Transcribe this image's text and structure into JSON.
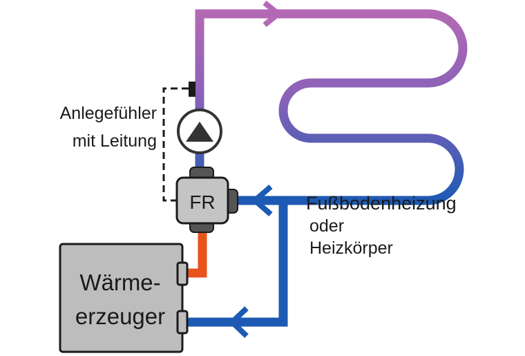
{
  "labels": {
    "sensor_line1": "Anlegefühler",
    "sensor_line2": "mit Leitung",
    "controller": "FR",
    "heat_generator_line1": "Wärme-",
    "heat_generator_line2": "erzeuger",
    "heating_line1": "Fußbodenheizung",
    "heating_line2": "oder",
    "heating_line3": "Heizkörper"
  },
  "colors": {
    "supply_hot": "#e8531c",
    "loop_top": "#b469b4",
    "loop_bottom": "#1d5ab3",
    "return": "#1d5ab3",
    "box_fill": "#bdbdbd",
    "box_stroke": "#1a1a1a",
    "connector": "#555555",
    "pump_fill": "#ffffff",
    "pump_triangle": "#333333"
  },
  "icons": {
    "pump": "pump-triangle-icon",
    "sensor": "sensor-block-icon",
    "flow_arrows": "chevron-arrow-icon"
  }
}
